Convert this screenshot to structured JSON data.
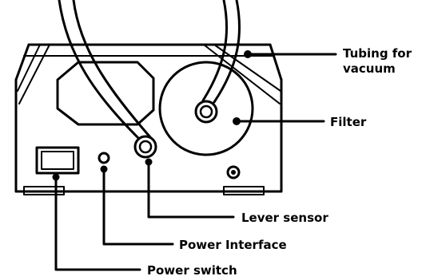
{
  "labels": {
    "tubing_line1": "Tubing for",
    "tubing_line2": "vacuum",
    "filter": "Filter",
    "lever_sensor": "Lever sensor",
    "power_interface": "Power Interface",
    "power_switch": "Power switch"
  },
  "colors": {
    "line": "#000000",
    "background": "#ffffff"
  }
}
